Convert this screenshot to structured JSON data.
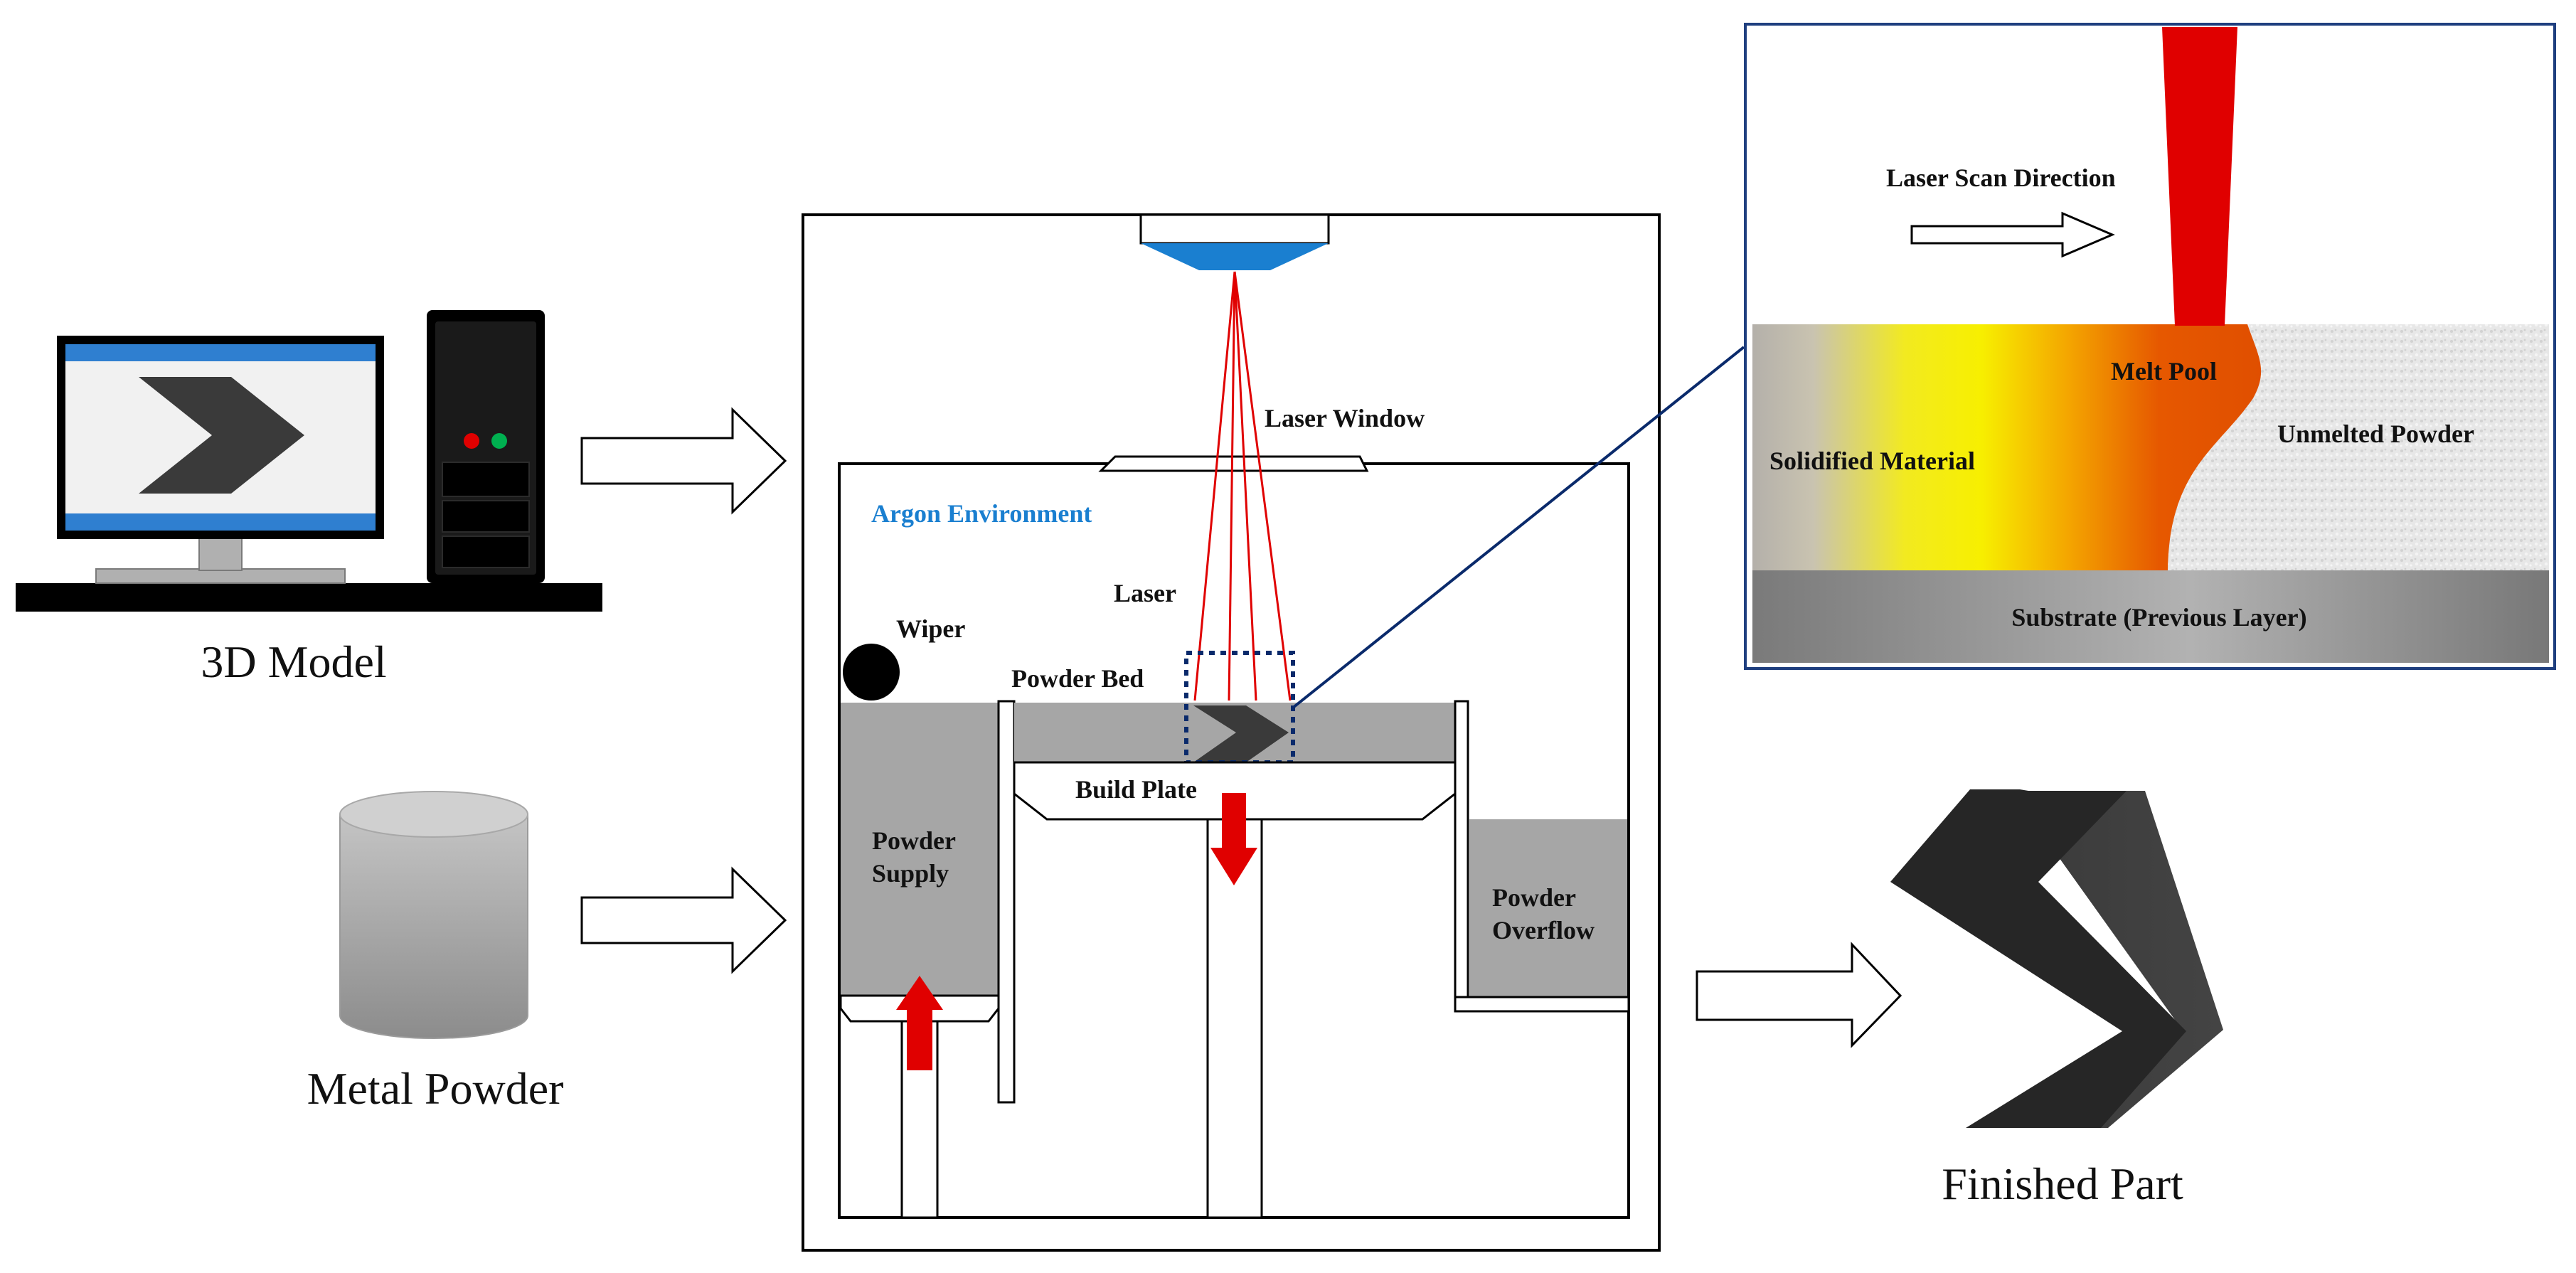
{
  "inputs": {
    "model_label": "3D Model",
    "powder_label": "Metal Powder"
  },
  "machine": {
    "laser_window": "Laser Window",
    "argon": "Argon Environment",
    "laser": "Laser",
    "wiper": "Wiper",
    "powder_bed": "Powder Bed",
    "build_plate": "Build Plate",
    "powder_supply_1": "Powder",
    "powder_supply_2": "Supply",
    "powder_overflow_1": "Powder",
    "powder_overflow_2": "Overflow"
  },
  "zoom": {
    "scan_direction": "Laser Scan Direction",
    "melt_pool": "Melt Pool",
    "solidified": "Solidified Material",
    "unmelted": "Unmelted Powder",
    "substrate": "Substrate (Previous Layer)"
  },
  "output": {
    "finished_label": "Finished Part"
  },
  "colors": {
    "laser": "#e00000",
    "argon_text": "#1a7fd0",
    "lens": "#1a7fd0",
    "powder": "#a6a6a6",
    "part": "#262626",
    "zoom_border": "#1f3f7f",
    "connector": "#0a2a6b",
    "arrow_fill": "#ffffff",
    "melt_hot": "#e35000",
    "melt_warm": "#f5e600",
    "screen_bar": "#2f7fd0"
  }
}
